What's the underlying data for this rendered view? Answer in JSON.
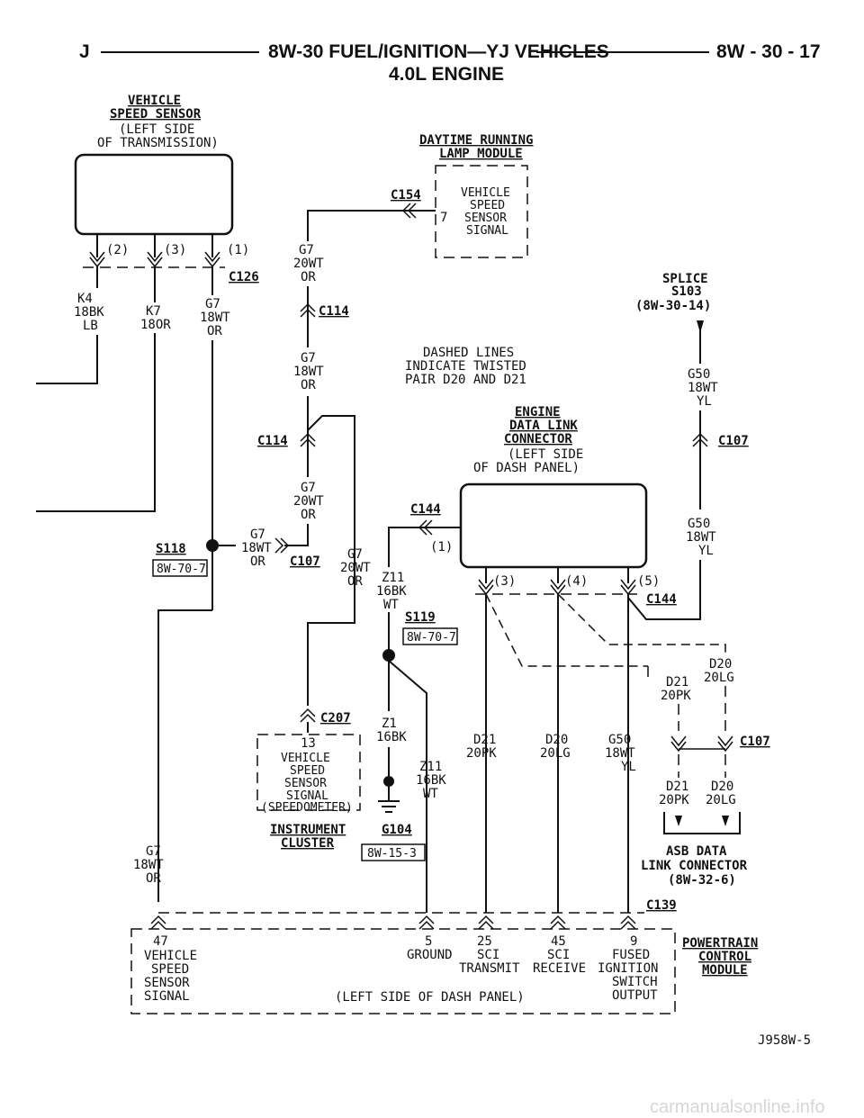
{
  "header": {
    "left_letter": "J",
    "title": "8W-30 FUEL/IGNITION—YJ VEHICLES",
    "page_ref": "8W - 30 - 17",
    "subtitle": "4.0L ENGINE"
  },
  "vss": {
    "title1": "VEHICLE",
    "title2": "SPEED SENSOR",
    "loc1": "(LEFT SIDE",
    "loc2": "OF TRANSMISSION)",
    "pin2": "(2)",
    "pin3": "(3)",
    "pin1": "(1)",
    "connector": "C126"
  },
  "wires_left": {
    "k4_a": "K4",
    "k4_b": "18BK",
    "k4_c": "LB",
    "k7_a": "K7",
    "k7_b": "18OR",
    "g7_a": "G7",
    "g7_b": "18WT",
    "g7_c": "OR"
  },
  "drl": {
    "title1": "DAYTIME RUNNING",
    "title2": "LAMP MODULE",
    "connector": "C154",
    "pin": "7",
    "sig1": "VEHICLE",
    "sig2": "SPEED",
    "sig3": "SENSOR",
    "sig4": "SIGNAL"
  },
  "center_wires": {
    "g7_20_a": "G7",
    "g7_20_b": "20WT",
    "g7_20_c": "OR",
    "c114_top": "C114",
    "g7_18_a": "G7",
    "g7_18_b": "18WT",
    "g7_18_c": "OR",
    "c114_mid": "C114",
    "g7_20b_a": "G7",
    "g7_20b_b": "20WT",
    "g7_20b_c": "OR",
    "g7_18b_a": "G7",
    "g7_18b_b": "18WT",
    "g7_18b_c": "OR",
    "c107": "C107",
    "g7_20c_a": "G7",
    "g7_20c_b": "20WT",
    "g7_20c_c": "OR"
  },
  "note": {
    "l1": "DASHED LINES",
    "l2": "INDICATE TWISTED",
    "l3": "PAIR D20 AND D21"
  },
  "splice_s118": {
    "name": "S118",
    "ref": "8W-70-7"
  },
  "splice_s103": {
    "l1": "SPLICE",
    "l2": "S103",
    "l3": "(8W-30-14)"
  },
  "g50_upper": {
    "a": "G50",
    "b": "18WT",
    "c": "YL",
    "connector": "C107"
  },
  "edl": {
    "t1": "ENGINE",
    "t2": "DATA LINK",
    "t3": "CONNECTOR",
    "loc1": "(LEFT SIDE",
    "loc2": "OF DASH PANEL)",
    "c144": "C144",
    "p1": "(1)",
    "p3": "(3)",
    "p4": "(4)",
    "p5": "(5)",
    "c144b": "C144"
  },
  "g50_right": {
    "a": "G50",
    "b": "18WT",
    "c": "YL"
  },
  "z11": {
    "a": "Z11",
    "b": "16BK",
    "c": "WT",
    "s119": "S119",
    "ref": "8W-70-7",
    "z1_a": "Z1",
    "z1_b": "16BK",
    "z11b_a": "Z11",
    "z11b_b": "16BK",
    "z11b_c": "WT",
    "g104": "G104",
    "g104_ref": "8W-15-3"
  },
  "cluster": {
    "connector": "C207",
    "pin": "13",
    "s1": "VEHICLE",
    "s2": "SPEED",
    "s3": "SENSOR",
    "s4": "SIGNAL",
    "s5": "(SPEEDOMETER)",
    "title1": "INSTRUMENT",
    "title2": "CLUSTER"
  },
  "pcm_wires": {
    "d21_a": "D21",
    "d21_b": "20PK",
    "d20_a": "D20",
    "d20_b": "20LG",
    "g50_a": "G50",
    "g50_b": "18WT",
    "g50_c": "YL",
    "g7_a": "G7",
    "g7_b": "18WT",
    "g7_c": "OR"
  },
  "asb": {
    "d20_top_a": "D20",
    "d20_top_b": "20LG",
    "d21_top_a": "D21",
    "d21_top_b": "20PK",
    "connector": "C107",
    "d21_bot_a": "D21",
    "d21_bot_b": "20PK",
    "d20_bot_a": "D20",
    "d20_bot_b": "20LG",
    "t1": "ASB DATA",
    "t2": "LINK CONNECTOR",
    "t3": "(8W-32-6)"
  },
  "pcm": {
    "connector": "C139",
    "pin47": "47",
    "vss1": "VEHICLE",
    "vss2": "SPEED",
    "vss3": "SENSOR",
    "vss4": "SIGNAL",
    "pin5": "5",
    "ground": "GROUND",
    "pin25": "25",
    "sci_t1": "SCI",
    "sci_t2": "TRANSMIT",
    "pin45": "45",
    "sci_r1": "SCI",
    "sci_r2": "RECEIVE",
    "pin9": "9",
    "fused1": "FUSED",
    "fused2": "IGNITION",
    "fused3": "SWITCH",
    "fused4": "OUTPUT",
    "loc": "(LEFT SIDE OF DASH PANEL)",
    "title1": "POWERTRAIN",
    "title2": "CONTROL",
    "title3": "MODULE"
  },
  "footer": {
    "code": "J958W-5",
    "watermark": "carmanualsonline.info"
  }
}
